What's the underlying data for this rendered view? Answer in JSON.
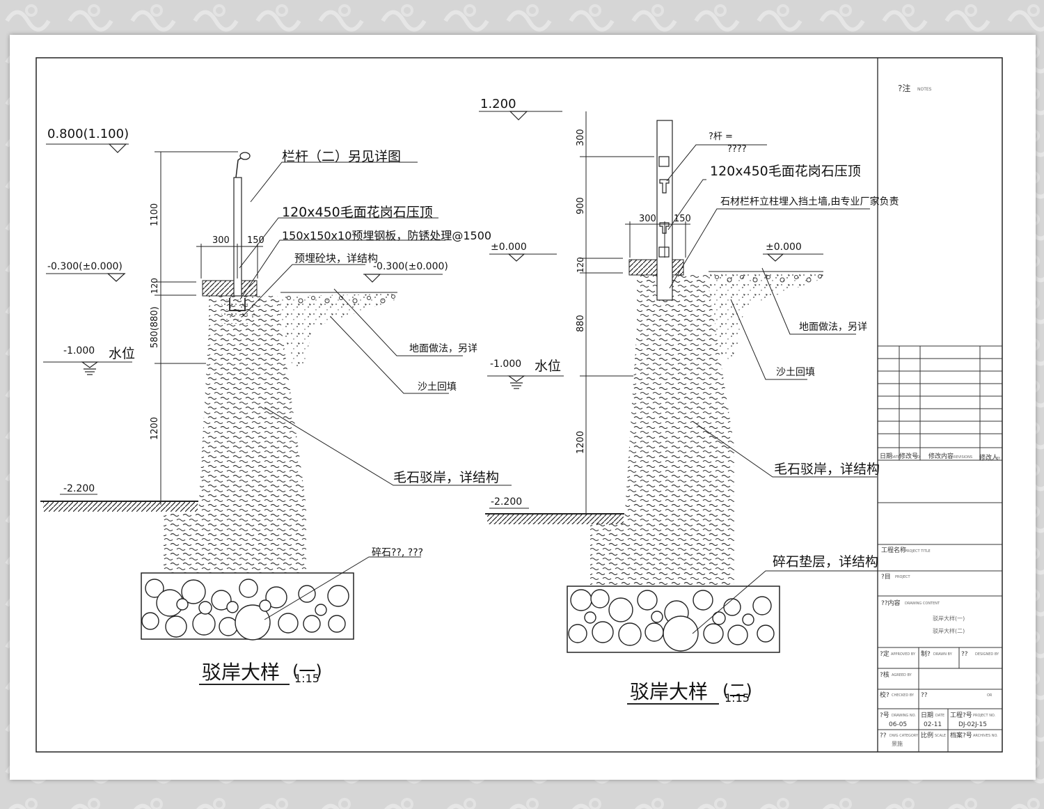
{
  "detail_one": {
    "title": "驳岸大样",
    "title_suffix": "(一)",
    "scale": "1:15",
    "elev_top": "0.800(1.100)",
    "elev_ground_left": "-0.300(±0.000)",
    "elev_ground_right": "-0.300(±0.000)",
    "elev_water": "-1.000",
    "water_label": "水位",
    "elev_bottom": "-2.200",
    "dim_1100": "1100",
    "dim_120": "120",
    "dim_580": "580(880)",
    "dim_1200": "1200",
    "dim_300": "300",
    "dim_150": "150",
    "note_railing": "栏杆（二）另见详图",
    "note_coping": "120x450毛面花岗石压顶",
    "note_plate": "150x150x10预埋钢板，防锈处理@1500",
    "note_block": "预埋砼块，详结构",
    "note_ground": "地面做法，另详",
    "note_backfill": "沙土回填",
    "note_rubble": "毛石驳岸，详结构",
    "note_gravel": "碎石??, ???"
  },
  "detail_two": {
    "title": "驳岸大样",
    "title_suffix": "(二)",
    "scale": "1:15",
    "elev_top": "1.200",
    "elev_ground_left": "±0.000",
    "elev_ground_right": "±0.000",
    "elev_water": "-1.000",
    "water_label": "水位",
    "elev_bottom": "-2.200",
    "dim_300": "300",
    "dim_900": "900",
    "dim_120": "120",
    "dim_880": "880",
    "dim_1200": "1200",
    "dim_300w": "300",
    "dim_150w": "150",
    "note_rail_a": "?杆 =",
    "note_rail_b": "????",
    "note_coping": "120x450毛面花岗石压顶",
    "note_post": "石材栏杆立柱埋入挡土墙,由专业厂家负责",
    "note_ground": "地面做法，另详",
    "note_backfill": "沙土回填",
    "note_rubble": "毛石驳岸，详结构",
    "note_gravel": "碎石垫层，详结构"
  },
  "title_block": {
    "notes_label": "?注",
    "notes_en": "NOTES",
    "rev_date": "日期",
    "rev_date_en": "DATE",
    "rev_no": "修改号",
    "rev_no_en": "NO.",
    "rev_content": "修改内容",
    "rev_content_en": "REVISIONS",
    "rev_by": "修改人",
    "rev_by_en": "BY",
    "project_title": "工程名称",
    "project_title_en": "PROJECT TITLE",
    "project": "?目",
    "project_en": "PROJECT",
    "drawing_content": "??内容",
    "drawing_content_en": "DRAWING CONTENT",
    "content_line1": "驳岸大样(一)",
    "content_line2": "驳岸大样(二)",
    "approved": "?定",
    "approved_en": "APPROVED BY",
    "drawn": "制?",
    "drawn_en": "DRAWN BY",
    "designed": "??",
    "designed_en": "DESIGNED BY",
    "agreed": "?核",
    "agreed_en": "AGREED BY",
    "checked": "校?",
    "checked_en": "CHECKED BY",
    "checked_val": "??",
    "checked_tail": "OR",
    "drawing_no": "?号",
    "drawing_no_en": "DRAWING NO.",
    "drawing_no_val": "06-05",
    "date": "日期",
    "date_en": "DATE",
    "date_val": "02-11",
    "project_no": "工程?号",
    "project_no_en": "PROJECT NO.",
    "project_no_val": "DJ-02J-15",
    "dwg_cat": "??",
    "dwg_cat_en": "DWG CATEGORY",
    "dwg_cat_val": "景施",
    "scale_label": "比例",
    "scale_en": "SCALE",
    "archive": "档案?号",
    "archive_en": "ARCHIVES NO."
  }
}
